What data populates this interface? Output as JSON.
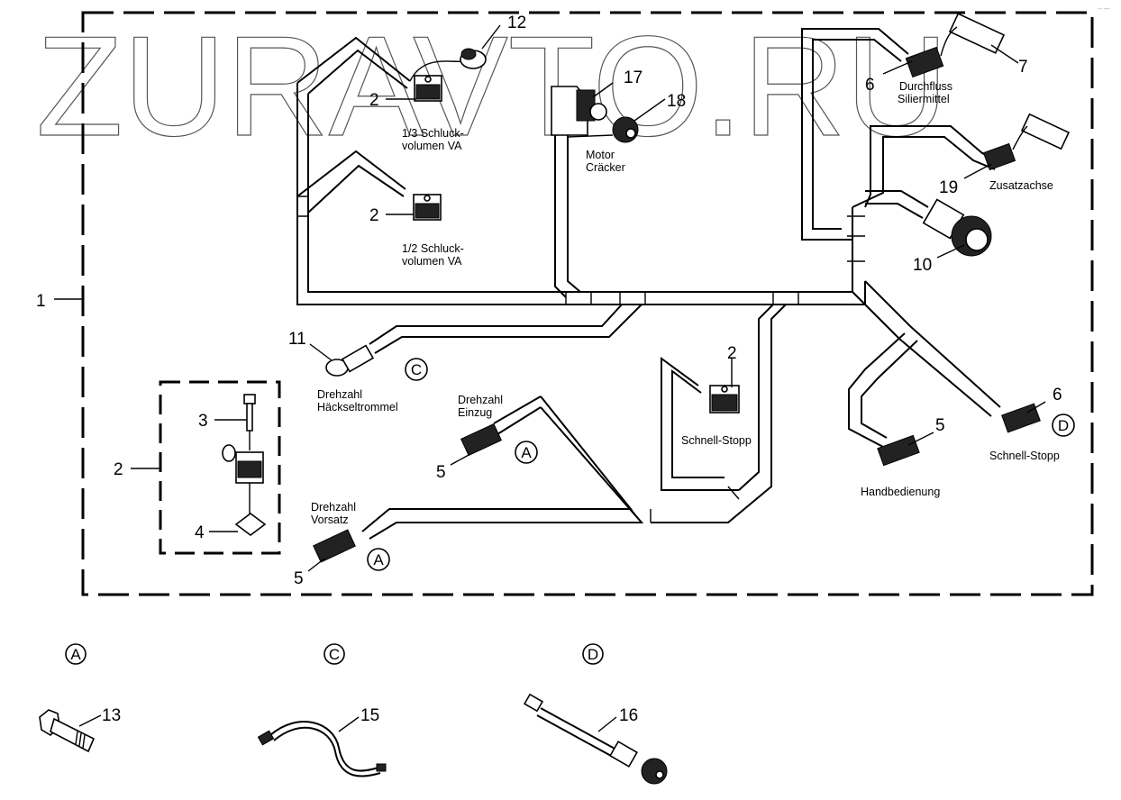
{
  "watermark": "ZURAVTO.RU",
  "corner_mark": "-- ---",
  "callouts": {
    "c1": "1",
    "c2_main": "2",
    "c2_top": "2",
    "c2_mid": "2",
    "c2_stop": "2",
    "c3": "3",
    "c4": "4",
    "c5_hand": "5",
    "c5_einzug": "5",
    "c5_vorsatz": "5",
    "c6_top": "6",
    "c6_stop": "6",
    "c7": "7",
    "c10": "10",
    "c11": "11",
    "c12": "12",
    "c13": "13",
    "c15": "15",
    "c16": "16",
    "c17": "17",
    "c18": "18",
    "c19": "19"
  },
  "labels": {
    "schluck13_l1": "1/3 Schluck-",
    "schluck13_l2": "volumen VA",
    "schluck12_l1": "1/2 Schluck-",
    "schluck12_l2": "volumen VA",
    "motor_l1": "Motor",
    "motor_l2": "Cräcker",
    "durchfluss_l1": "Durchfluss",
    "durchfluss_l2": "Siliermittel",
    "zusatzachse": "Zusatzachse",
    "haecksel_l1": "Drehzahl",
    "haecksel_l2": "Häckseltrommel",
    "einzug_l1": "Drehzahl",
    "einzug_l2": "Einzug",
    "vorsatz_l1": "Drehzahl",
    "vorsatz_l2": "Vorsatz",
    "schnellstopp_left": "Schnell-Stopp",
    "schnellstopp_right": "Schnell-Stopp",
    "handbedienung": "Handbedienung"
  },
  "option_markers": {
    "c_haecksel": "C",
    "a_einzug": "A",
    "a_vorsatz": "A",
    "d_stop": "D",
    "detail_a": "A",
    "detail_c": "C",
    "detail_d": "D"
  }
}
